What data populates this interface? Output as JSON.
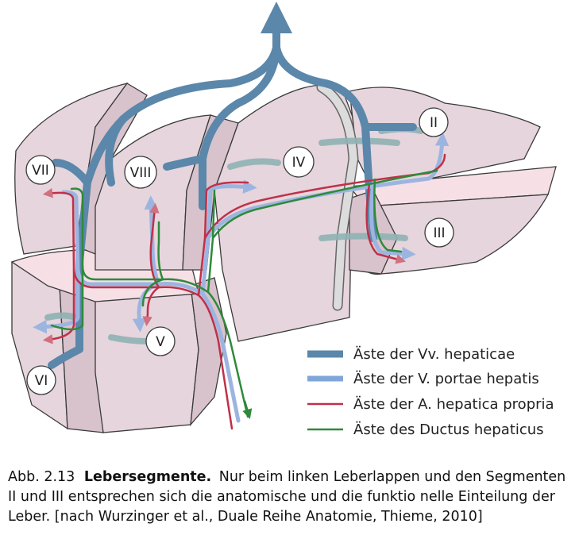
{
  "figure": {
    "segments": [
      "II",
      "III",
      "IV",
      "V",
      "VI",
      "VII",
      "VIII"
    ],
    "colors": {
      "lobe_fill": "#e6d5dc",
      "lobe_face": "#d8c3cc",
      "lobe_stroke": "#3a3a3a",
      "cut_face": "#f6e0e6",
      "vv_hepaticae": "#5b87aa",
      "v_portae": "#7fa6d8",
      "a_hepatica": "#c03048",
      "ductus": "#2e8a3a",
      "teal_faded": "#8fb2b4",
      "gallbladder": "#dcdcdc"
    },
    "legend": [
      {
        "label": "Äste der Vv. hepaticae",
        "color": "#5b87aa"
      },
      {
        "label": "Äste der V. portae hepatis",
        "color": "#7fa6d8"
      },
      {
        "label": "Äste der A. hepatica propria",
        "color": "#c03048"
      },
      {
        "label": "Äste des Ductus hepaticus",
        "color": "#2e8a3a"
      }
    ]
  },
  "caption": {
    "number": "Abb. 2.13",
    "title": "Lebersegmente.",
    "text": "Nur beim linken Leberlappen und den Segmenten II und III entsprechen sich die anatomische und die funktio nelle Einteilung der Leber. [nach Wurzinger et al., Duale Reihe Anatomie, Thieme, 2010]"
  }
}
